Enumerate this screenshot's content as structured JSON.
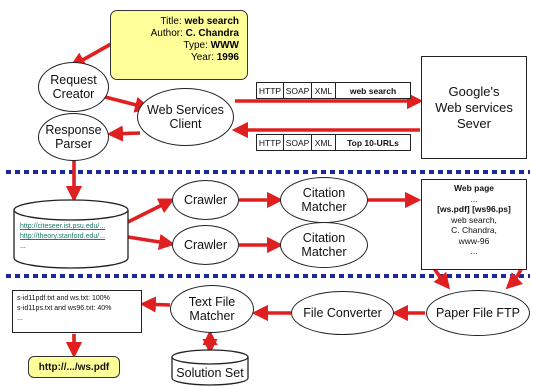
{
  "query_card": {
    "title_label": "Title:",
    "title_value": "web search",
    "author_label": "Author:",
    "author_value": "C. Chandra",
    "type_label": "Type:",
    "type_value": "WWW",
    "year_label": "Year:",
    "year_value": "1996"
  },
  "nodes": {
    "request_creator_line1": "Request",
    "request_creator_line2": "Creator",
    "response_parser_line1": "Response",
    "response_parser_line2": "Parser",
    "ws_client_line1": "Web Services",
    "ws_client_line2": "Client",
    "google_line1": "Google's",
    "google_line2": "Web services",
    "google_line3": "Sever",
    "crawler1": "Crawler",
    "crawler2": "Crawler",
    "citation1_line1": "Citation",
    "citation1_line2": "Matcher",
    "citation2_line1": "Citation",
    "citation2_line2": "Matcher",
    "text_file_line1": "Text File",
    "text_file_line2": "Matcher",
    "file_converter": "File Converter",
    "paper_ftp": "Paper File FTP",
    "solution_set": "Solution Set"
  },
  "request_msg": {
    "c1": "HTTP",
    "c2": "SOAP",
    "c3": "XML",
    "c4": "web search"
  },
  "response_msg": {
    "c1": "HTTP",
    "c2": "SOAP",
    "c3": "XML",
    "c4": "Top 10-URLs"
  },
  "database": {
    "url1": "http://citeseer.ist.psu.edu/...",
    "url2": "http://theory.stanford.edu/...",
    "more": "..."
  },
  "webpage": {
    "title": "Web page",
    "dots1": "...",
    "links": "[ws.pdf] [ws96.ps]",
    "l1": "web search,",
    "l2": "C. Chandra,",
    "l3": "www-96",
    "dots2": "..."
  },
  "results": {
    "line1": "s-id11pdf.txt and ws.txt: 100%",
    "line2": "s-id11ps.txt and ws96.txt: 40%",
    "more": "..."
  },
  "output_url": "http://.../ws.pdf",
  "colors": {
    "arrow": "#e02020",
    "divider": "#1a2a9a",
    "highlight": "#ffff99",
    "link": "#1a7a6a"
  }
}
